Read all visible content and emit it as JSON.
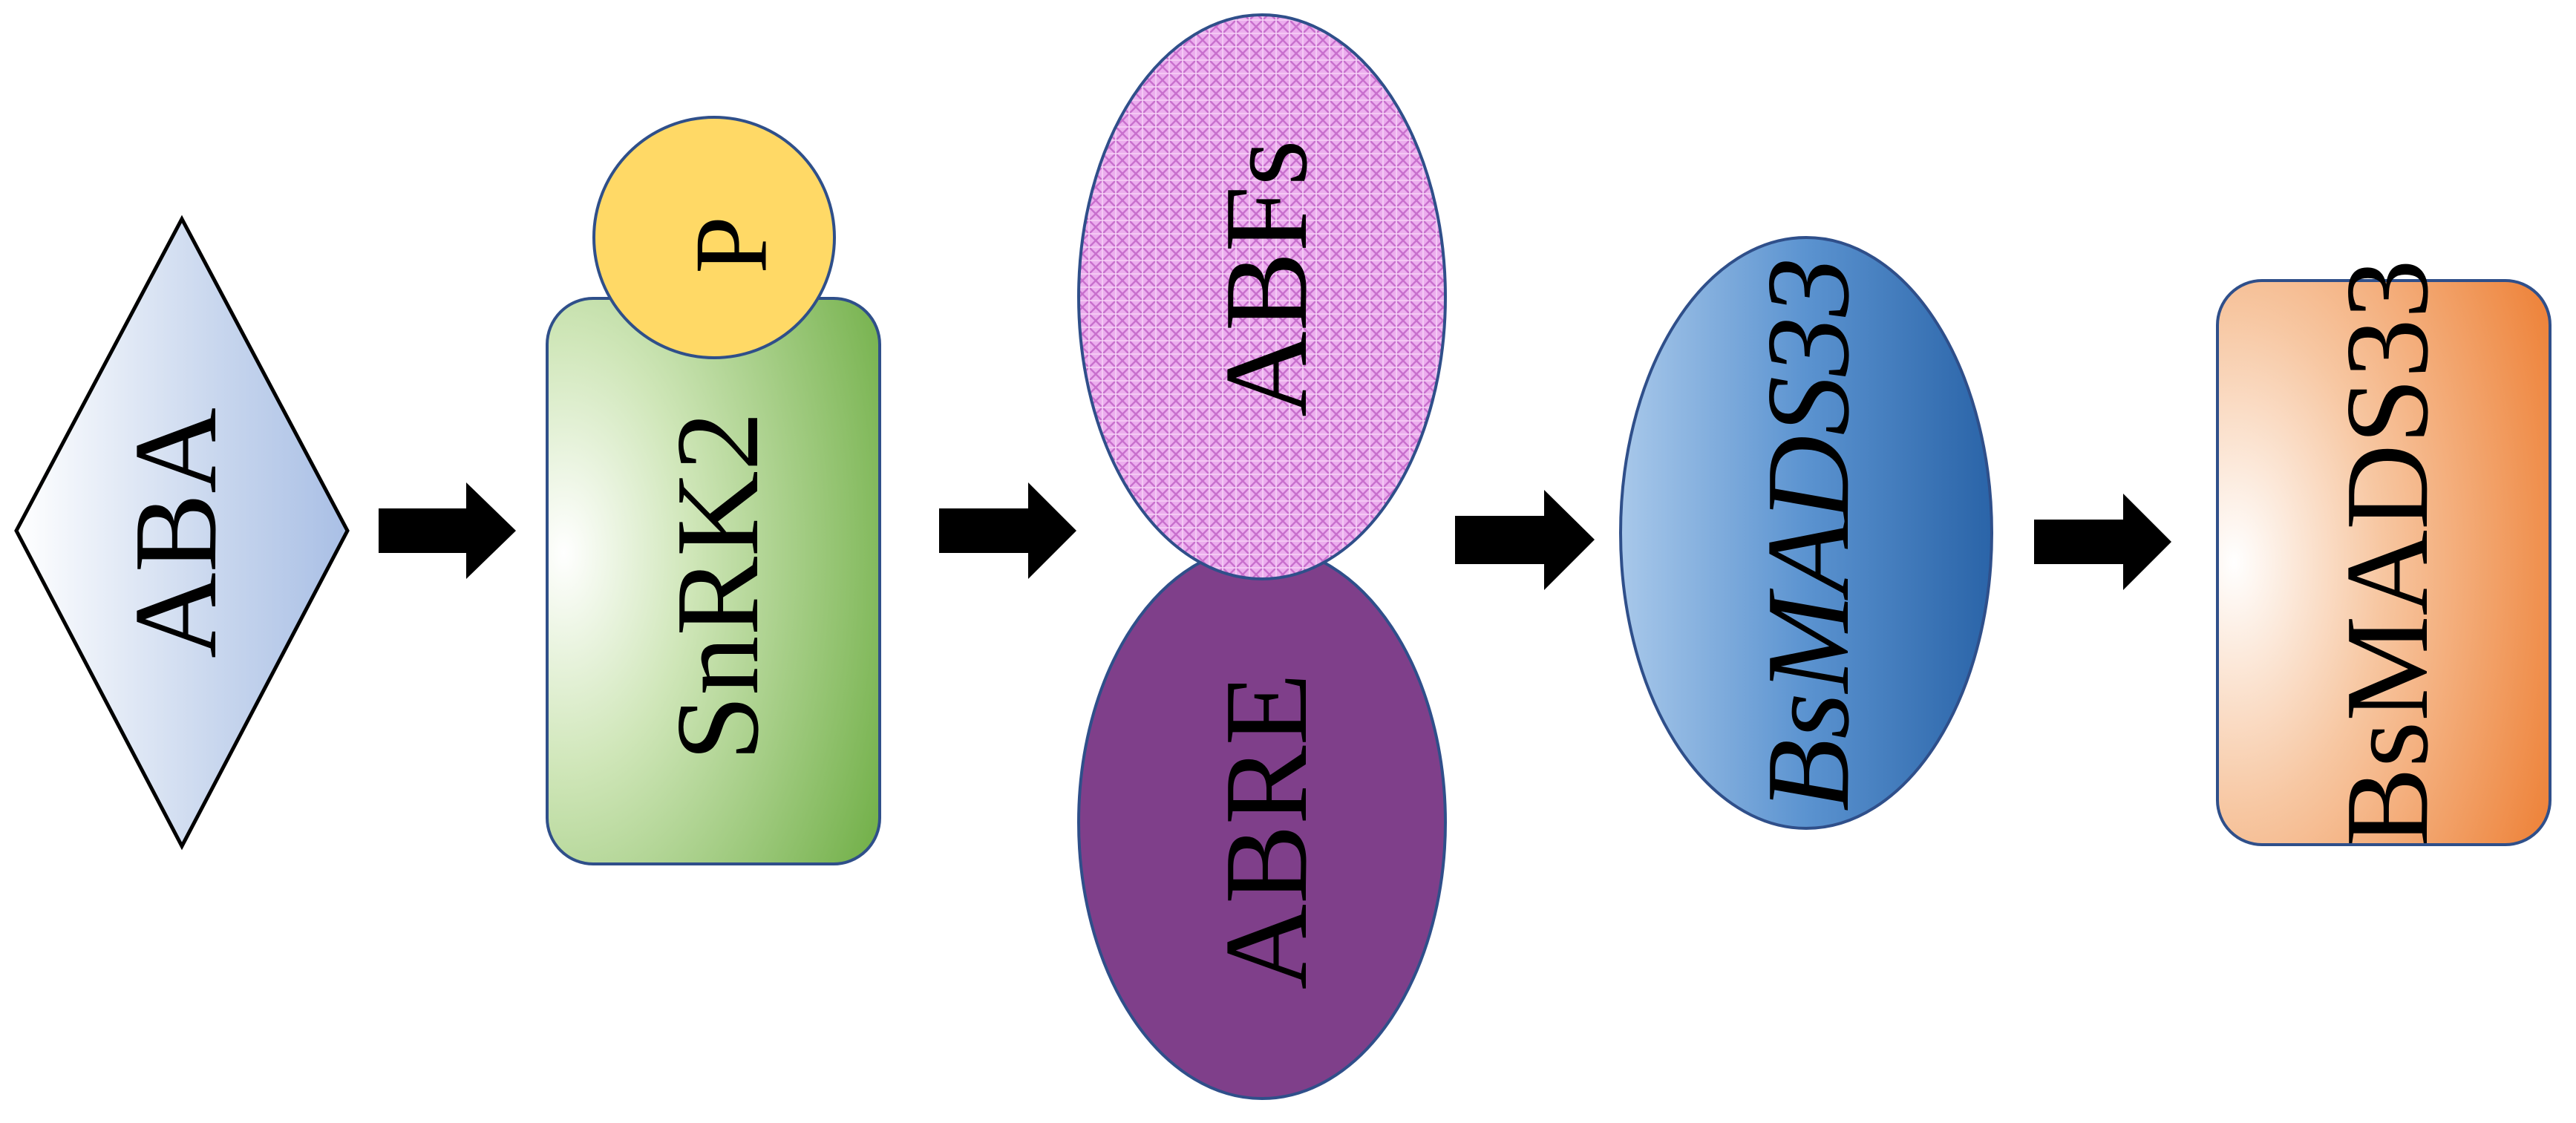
{
  "nodes": {
    "aba": {
      "label": "ABA"
    },
    "snrk2": {
      "label": "SnRK2"
    },
    "phosphate": {
      "label": "P"
    },
    "abfs": {
      "label": "ABFs"
    },
    "abre": {
      "label": "ABRE"
    },
    "bsmads33_gene": {
      "label": "BsMADS33",
      "style": "italic"
    },
    "bsmads33_protein": {
      "label": "BsMADS33"
    }
  },
  "edges": [
    {
      "from": "aba",
      "to": "snrk2"
    },
    {
      "from": "snrk2",
      "to": "abfs"
    },
    {
      "from": "abre",
      "to": "bsmads33_gene"
    },
    {
      "from": "bsmads33_gene",
      "to": "bsmads33_protein"
    }
  ],
  "colors": {
    "aba_fill": "#b4c7e7",
    "snrk2_fill": "#70ad47",
    "phosphate_fill": "#ffd966",
    "abfs_fill": "#e89bea",
    "abre_fill": "#7f3f8a",
    "bsmads33_gene_fill": "#2e6eb5",
    "bsmads33_protein_fill": "#ed7d31",
    "outline": "#2f4f8a",
    "arrow": "#000000"
  }
}
